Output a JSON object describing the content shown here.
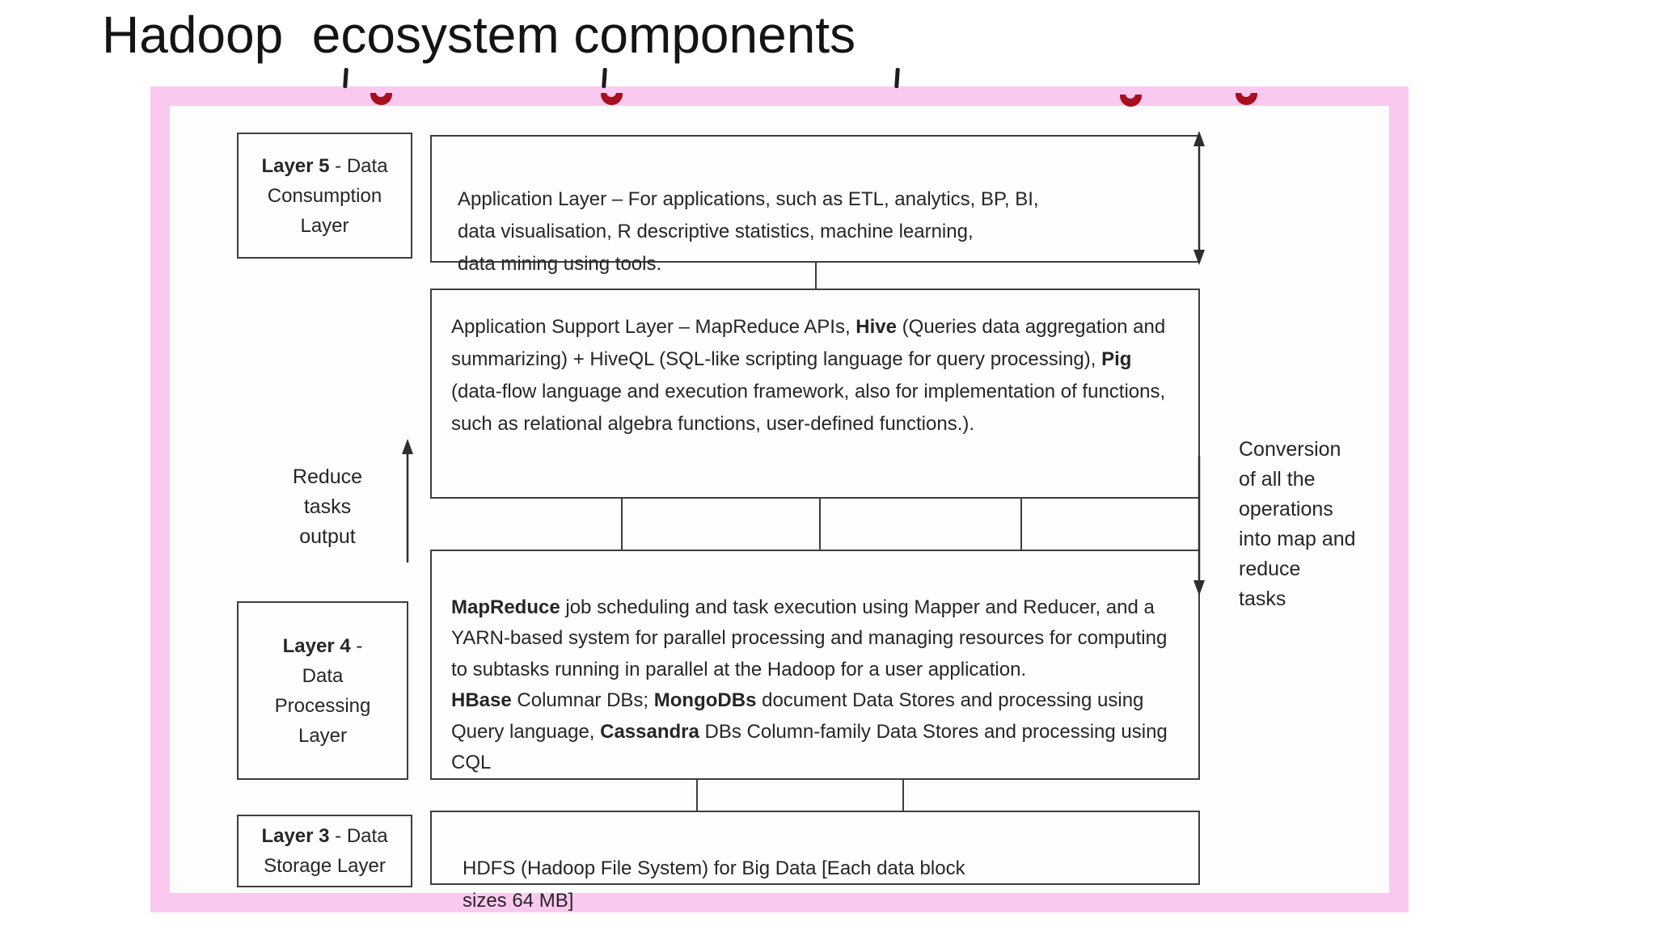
{
  "slide": {
    "title": "Hadoop  ecosystem components"
  },
  "colors": {
    "frame_pink": "#fbc9f0",
    "box_border": "#3e3e3e",
    "text": "#262626",
    "red_fragment": "#a60f1d"
  },
  "layer_labels": {
    "layer5": {
      "segments": [
        {
          "t": "Layer 5",
          "b": true
        },
        {
          "t": " - Data Consumption Layer",
          "b": false
        }
      ]
    },
    "layer4": {
      "segments": [
        {
          "t": "Layer 4",
          "b": true
        },
        {
          "t": " - Data Processing Layer",
          "b": false
        }
      ]
    },
    "layer3": {
      "segments": [
        {
          "t": "Layer 3",
          "b": true
        },
        {
          "t": " - Data Storage Layer",
          "b": false
        }
      ]
    }
  },
  "boxes": {
    "application": {
      "text": "Application Layer – For applications, such as ETL, analytics, BP, BI,\ndata visualisation, R descriptive statistics, machine learning,\ndata mining using tools."
    },
    "support": {
      "segments": [
        {
          "t": "Application Support Layer – MapReduce APIs, ",
          "b": false
        },
        {
          "t": "Hive",
          "b": true
        },
        {
          "t": " (Queries data aggregation and summarizing) + HiveQL (SQL-like scripting language for query processing), ",
          "b": false
        },
        {
          "t": "Pig",
          "b": true
        },
        {
          "t": " (data-flow language and execution framework, also for implementation of functions, such as relational algebra functions, user-defined functions.).",
          "b": false
        }
      ]
    },
    "processing": {
      "segments": [
        {
          "t": "MapReduce",
          "b": true
        },
        {
          "t": " job scheduling and task execution using Mapper and Reducer, and a YARN-based system for parallel processing and managing resources for computing to subtasks running in parallel at the Hadoop for a user application.\n",
          "b": false
        },
        {
          "t": "HBase",
          "b": true
        },
        {
          "t": " Columnar DBs; ",
          "b": false
        },
        {
          "t": "MongoDBs",
          "b": true
        },
        {
          "t": " document Data Stores and processing using Query language, ",
          "b": false
        },
        {
          "t": "Cassandra",
          "b": true
        },
        {
          "t": " DBs Column-family Data Stores and processing using CQL",
          "b": false
        }
      ]
    },
    "storage": {
      "text": "HDFS (Hadoop File System) for Big Data [Each data block\nsizes 64 MB]"
    }
  },
  "annotations": {
    "reduce_output": "Reduce\ntasks\noutput",
    "conversion": "Conversion\nof all the\noperations\ninto map and\nreduce\ntasks"
  }
}
